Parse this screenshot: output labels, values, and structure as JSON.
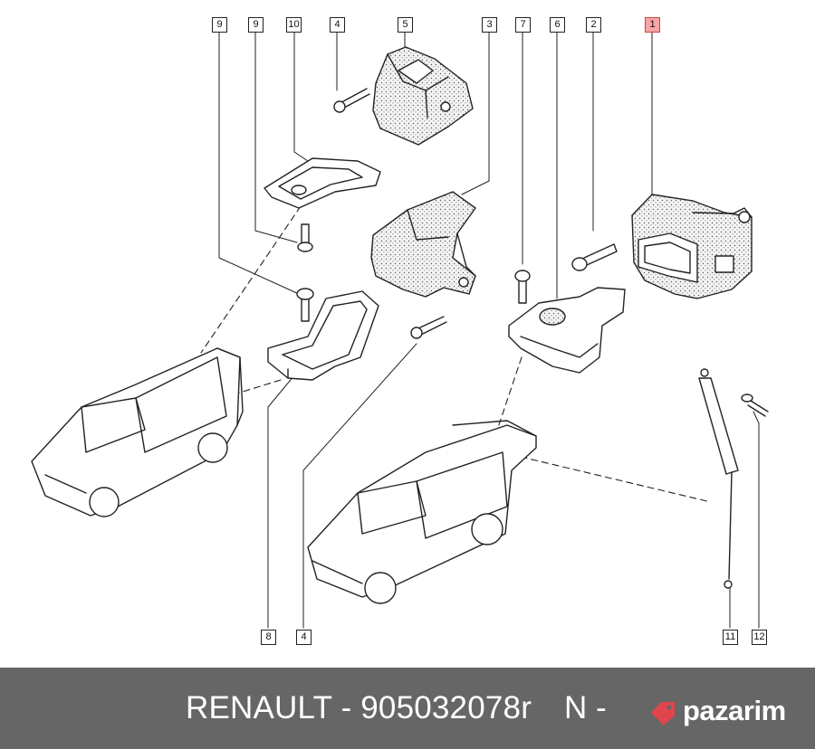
{
  "callouts": [
    {
      "id": "c9a",
      "label": "9"
    },
    {
      "id": "c9b",
      "label": "9"
    },
    {
      "id": "c10",
      "label": "10"
    },
    {
      "id": "c4a",
      "label": "4"
    },
    {
      "id": "c5",
      "label": "5"
    },
    {
      "id": "c3",
      "label": "3"
    },
    {
      "id": "c7",
      "label": "7"
    },
    {
      "id": "c6",
      "label": "6"
    },
    {
      "id": "c2",
      "label": "2"
    },
    {
      "id": "c1",
      "label": "1",
      "highlighted": true
    },
    {
      "id": "c8",
      "label": "8"
    },
    {
      "id": "c4b",
      "label": "4"
    },
    {
      "id": "c11",
      "label": "11"
    },
    {
      "id": "c12",
      "label": "12"
    }
  ],
  "footer": {
    "part_text": "RENAULT - 905032078r",
    "suffix": "N -",
    "brand": "pazarim",
    "brand_color": "#e0454d",
    "background": "#666666"
  },
  "icons": {
    "brand": "price-tag-icon"
  }
}
